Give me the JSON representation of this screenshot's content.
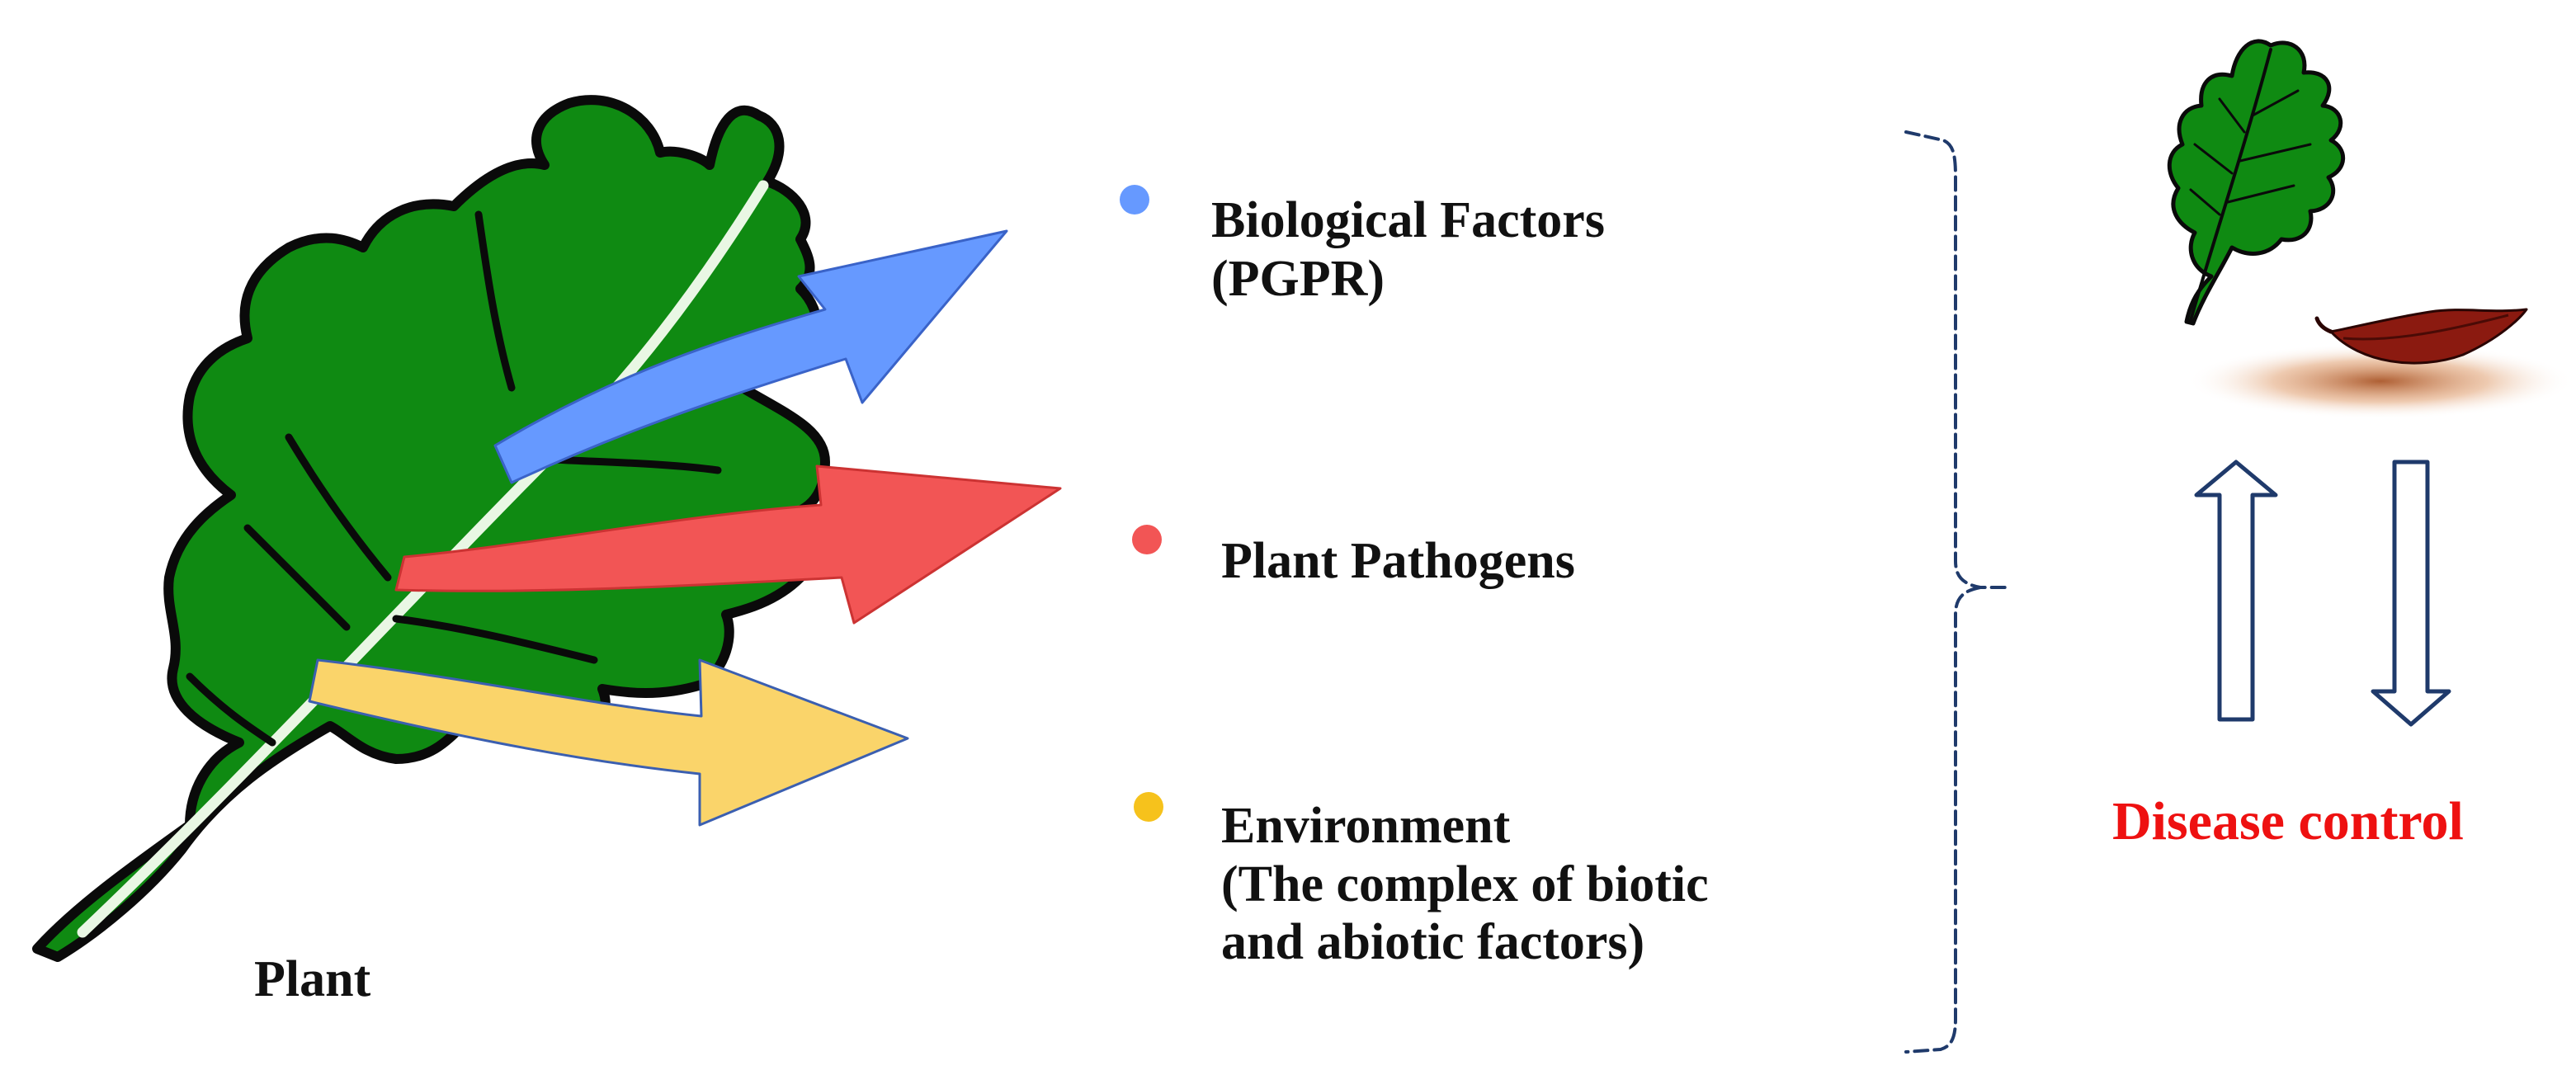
{
  "plant": {
    "label": "Plant"
  },
  "factors": [
    {
      "label_lines": [
        "Biological Factors",
        "(PGPR)"
      ],
      "color": "#6699ff"
    },
    {
      "label_lines": [
        "Plant Pathogens"
      ],
      "color": "#f25555"
    },
    {
      "label_lines": [
        "Environment",
        "(The complex of biotic",
        "and abiotic factors)"
      ],
      "color": "#f6c21c"
    }
  ],
  "arrow_colors": {
    "biological": "#6699ff",
    "pathogen": "#f25555",
    "environment": "#fad46a"
  },
  "leaf_colors": {
    "healthy": "#0f8a12",
    "outline": "#0a0a0a",
    "diseased": "#8b1a10"
  },
  "outcome": {
    "label": "Disease control",
    "color": "#ee1111"
  },
  "icons": [
    "oak-leaf-icon",
    "healthy-leaf-icon",
    "diseased-leaf-icon",
    "up-arrow-icon",
    "down-arrow-icon",
    "bracket-icon"
  ]
}
